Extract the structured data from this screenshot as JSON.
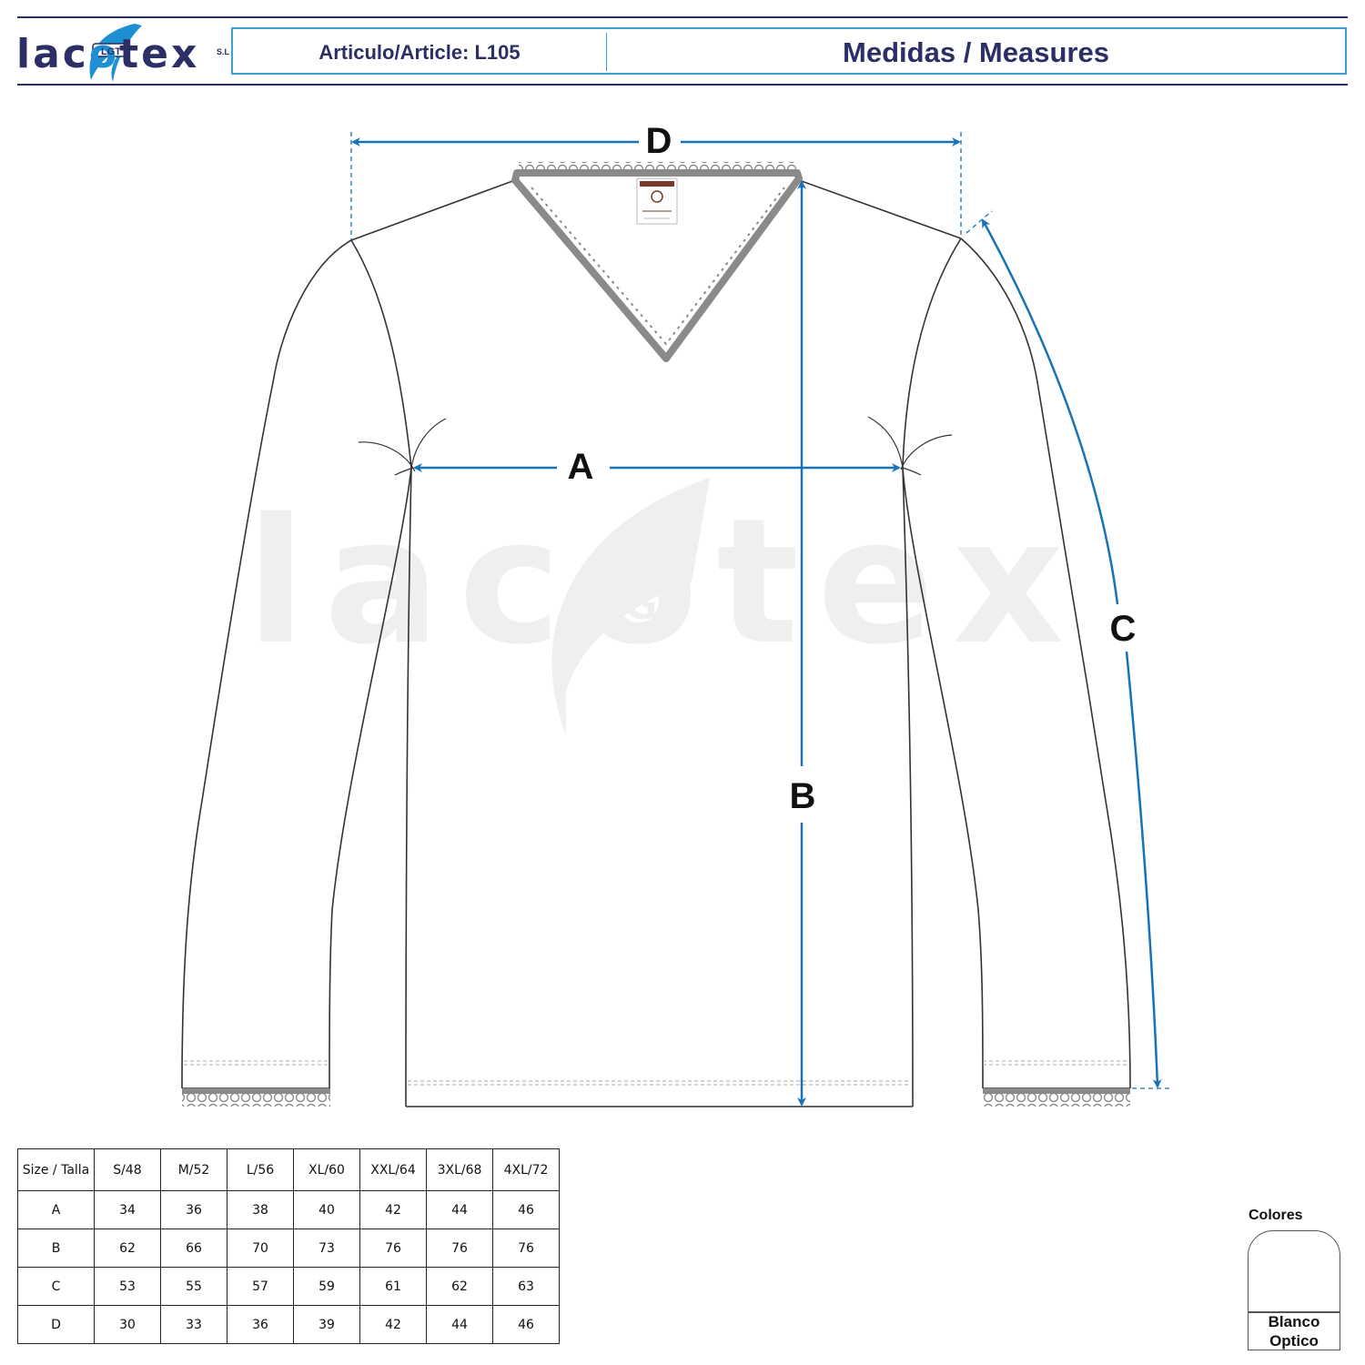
{
  "header": {
    "logo_text_dark": "lac",
    "logo_text_blue": "o",
    "logo_text_end": "tex",
    "logo_badge": "LGT",
    "logo_suffix": "S.L",
    "article_label": "Articulo/Article: L105",
    "title": "Medidas / Measures"
  },
  "drawing": {
    "label_a": "A",
    "label_b": "B",
    "label_c": "C",
    "label_d": "D",
    "watermark_text": "lacotex",
    "watermark_badge": "LGT",
    "arrow_color": "#1673b8",
    "outline_color": "#333333",
    "lace_color": "#8a8a8a",
    "tag_color": "#7a3a2a"
  },
  "size_table": {
    "header_label": "Size / Talla",
    "columns": [
      "S/48",
      "M/52",
      "L/56",
      "XL/60",
      "XXL/64",
      "3XL/68",
      "4XL/72"
    ],
    "rows": [
      {
        "label": "A",
        "values": [
          "34",
          "36",
          "38",
          "40",
          "42",
          "44",
          "46"
        ]
      },
      {
        "label": "B",
        "values": [
          "62",
          "66",
          "70",
          "73",
          "76",
          "76",
          "76"
        ]
      },
      {
        "label": "C",
        "values": [
          "53",
          "55",
          "57",
          "59",
          "61",
          "62",
          "63"
        ]
      },
      {
        "label": "D",
        "values": [
          "30",
          "33",
          "36",
          "39",
          "42",
          "44",
          "46"
        ]
      }
    ]
  },
  "colors": {
    "label": "Colores",
    "swatch_name": "Blanco Optico",
    "swatch_hex": "#ffffff"
  }
}
